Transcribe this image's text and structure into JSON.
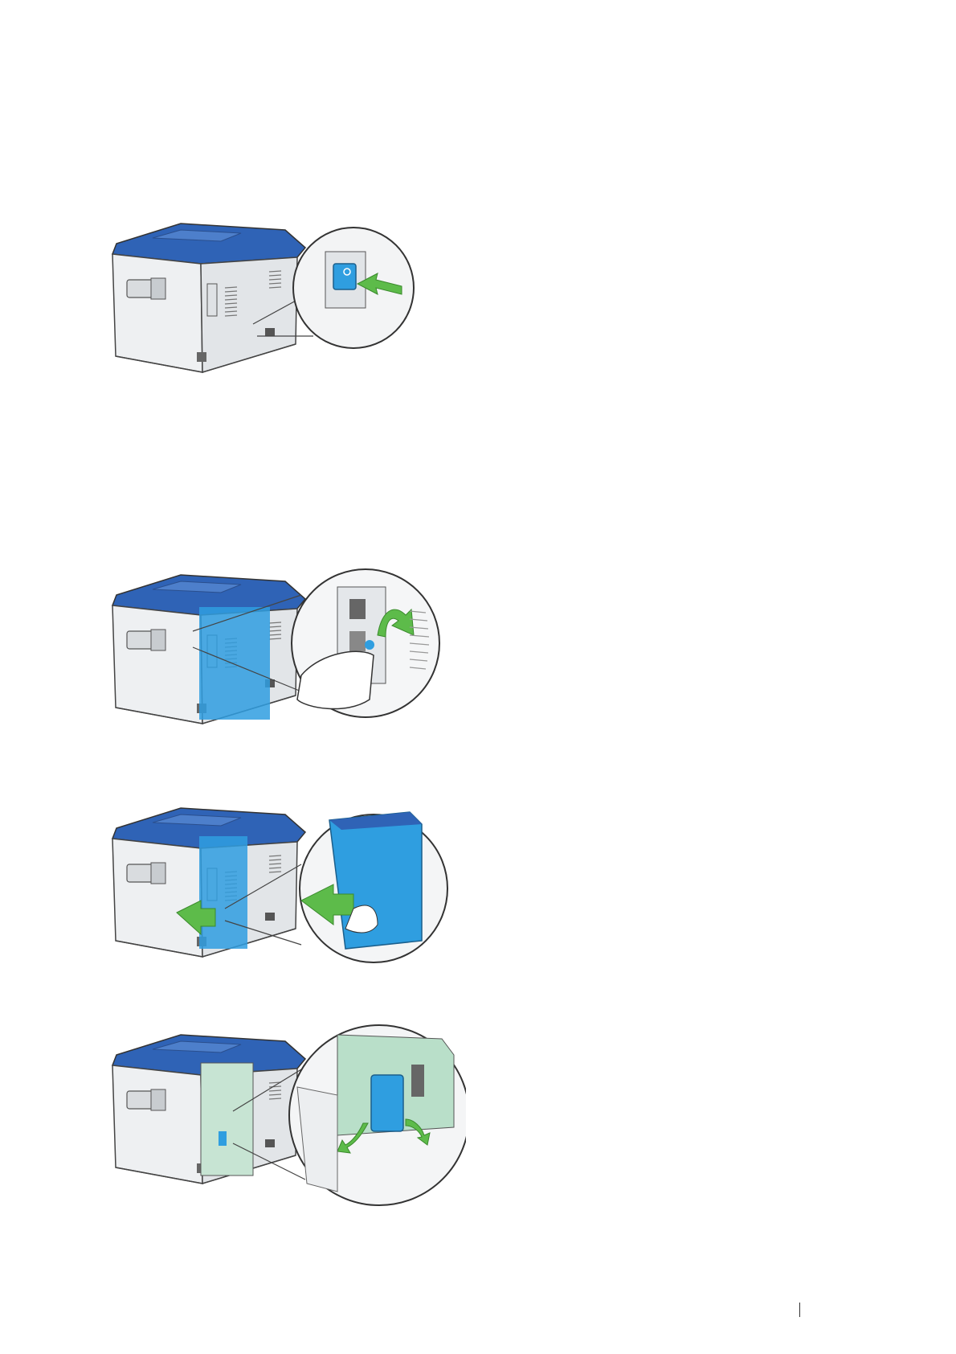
{
  "document": {
    "figures": [
      {
        "id": "power-switch-off",
        "arrow": "push"
      },
      {
        "id": "disconnect-cable",
        "arrow": "curved"
      },
      {
        "id": "remove-side-cover",
        "arrow": "pull"
      },
      {
        "id": "release-module-clips",
        "arrow": "outward"
      }
    ]
  },
  "colors": {
    "printer_top": "#2f63b6",
    "printer_body": "#eef0f2",
    "cover_blue": "#2f9ee0",
    "arrow_green": "#5dbb4a",
    "board_green": "#b9dfc9",
    "outline": "#4a4a4a"
  }
}
